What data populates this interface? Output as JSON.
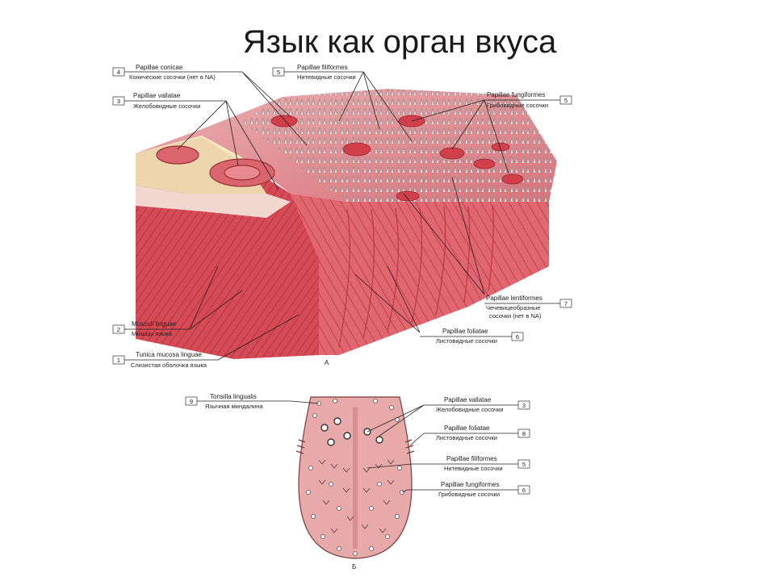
{
  "slide": {
    "title": "Язык как орган вкуса"
  },
  "figureA": {
    "panel_letter": "А",
    "labels": [
      {
        "num": "4",
        "latin": "Papillae conicae",
        "russian": "Конические сосочки (нет в NA)"
      },
      {
        "num": "3",
        "latin": "Papillae vallatae",
        "russian": "Желобовидные сосочки"
      },
      {
        "num": "5",
        "latin": "Papillae filiformes",
        "russian": "Нитевидные сосочки"
      },
      {
        "num": "5",
        "latin": "Papillae fungiformes",
        "russian": "Грибовидные сосочки"
      },
      {
        "num": "7",
        "latin": "Papillae lentiformes",
        "russian": "Чечевицеобразные",
        "russian2": "сосочки (нет в NA)"
      },
      {
        "num": "6",
        "latin": "Papillae foliatae",
        "russian": "Листовидные сосочки"
      },
      {
        "num": "2",
        "latin": "Musculi linguae",
        "russian": "Мышцы языка"
      },
      {
        "num": "1",
        "latin": "Tunica mucosa linguae",
        "russian": "Слизистая оболочка языка"
      }
    ]
  },
  "figureB": {
    "panel_letter": "Б",
    "labels": [
      {
        "num": "9",
        "latin": "Tonsilla lingualis",
        "russian": "Язычная миндалина"
      },
      {
        "num": "3",
        "latin": "Papillae vallatae",
        "russian": "Желобовидные сосочки"
      },
      {
        "num": "8",
        "latin": "Papillae foliatae",
        "russian": "Листовидные сосочки"
      },
      {
        "num": "5",
        "latin": "Papillae filiformes",
        "russian": "Нитевидные сосочки"
      },
      {
        "num": "6",
        "latin": "Papillae fungiformes",
        "russian": "Грибовидные сосочки"
      }
    ]
  },
  "colors": {
    "muscle": "#d9505a",
    "mucosa": "#e8828a",
    "papilla": "#c43a46",
    "tongue_b": "#e9a9a7"
  }
}
